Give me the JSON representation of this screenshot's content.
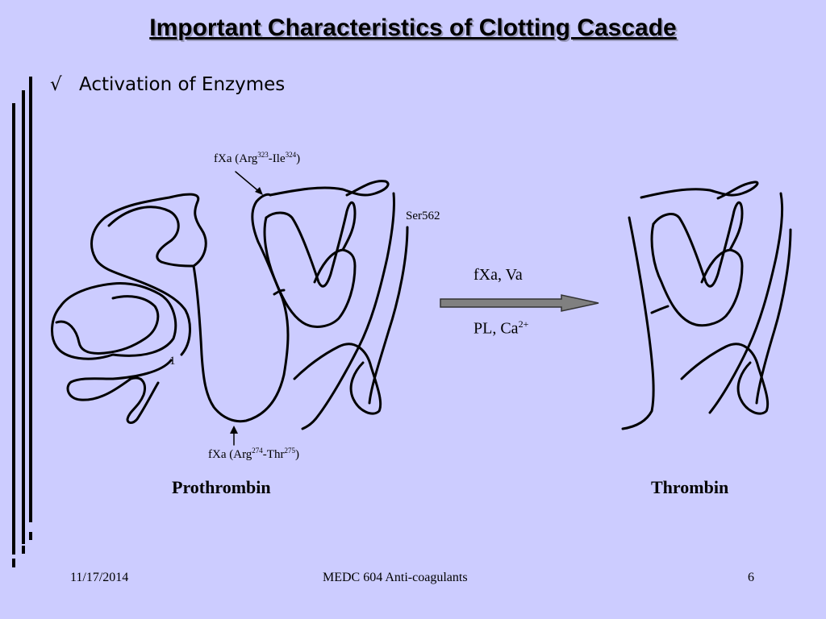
{
  "slide": {
    "title": "Important Characteristics of Clotting Cascade",
    "bullet_mark": "√",
    "bullet_text": "Activation of Enzymes"
  },
  "diagram": {
    "cleavage_top_prefix": "fXa (Arg",
    "cleavage_top_sup1": "323",
    "cleavage_top_mid": "-Ile",
    "cleavage_top_sup2": "324",
    "cleavage_top_suffix": ")",
    "cleavage_bottom_prefix": "fXa (Arg",
    "cleavage_bottom_sup1": "274",
    "cleavage_bottom_mid": "-Thr",
    "cleavage_bottom_sup2": "275",
    "cleavage_bottom_suffix": ")",
    "ser_label": "Ser562",
    "n_terminus_label": "1",
    "reaction_top": "fXa, Va",
    "reaction_bottom_prefix": "PL, Ca",
    "reaction_bottom_sup": "2+",
    "reactant_label": "Prothrombin",
    "product_label": "Thrombin"
  },
  "footer": {
    "date": "11/17/2014",
    "course": "MEDC 604 Anti-coagulants",
    "page": "6"
  },
  "colors": {
    "background": "#ccccff",
    "arrow_fill": "#808080"
  }
}
